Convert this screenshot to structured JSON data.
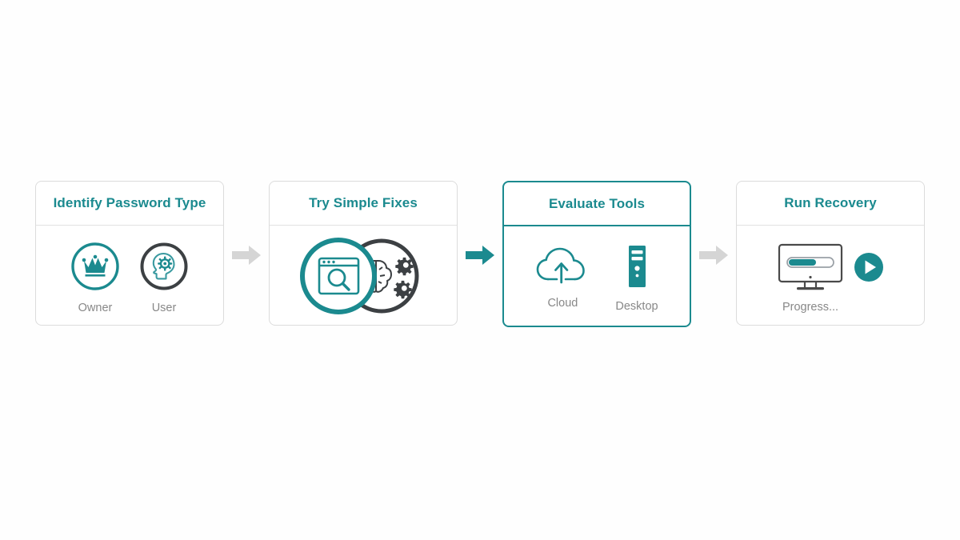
{
  "theme": {
    "accent": "#1b8a8f",
    "accent_dark": "#17797e",
    "dark_gray": "#3c4043",
    "label_gray": "#888888",
    "border_gray": "#dcdcdc",
    "arrow_gray": "#d5d5d5",
    "background": "#fefefe"
  },
  "flow": {
    "steps": [
      {
        "id": "identify-password-type",
        "title": "Identify Password Type",
        "active": false,
        "icons": [
          {
            "name": "crown-icon",
            "label": "Owner",
            "accent": "#1b8a8f"
          },
          {
            "name": "head-gear-icon",
            "label": "User",
            "accent": "#3c4043"
          }
        ]
      },
      {
        "id": "try-simple-fixes",
        "title": "Try Simple Fixes",
        "active": false,
        "icons": [
          {
            "name": "browser-search-icon",
            "label": "",
            "accent": "#1b8a8f"
          },
          {
            "name": "brain-gears-icon",
            "label": "",
            "accent": "#3c4043"
          }
        ]
      },
      {
        "id": "evaluate-tools",
        "title": "Evaluate Tools",
        "active": true,
        "icons": [
          {
            "name": "cloud-upload-icon",
            "label": "Cloud",
            "accent": "#1b8a8f"
          },
          {
            "name": "desktop-tower-icon",
            "label": "Desktop",
            "accent": "#1b8a8f"
          }
        ]
      },
      {
        "id": "run-recovery",
        "title": "Run Recovery",
        "active": false,
        "icons": [
          {
            "name": "monitor-progress-icon",
            "label": "Progress...",
            "accent": "#1b8a8f"
          },
          {
            "name": "play-button-icon",
            "label": "",
            "accent": "#1b8a8f"
          }
        ]
      }
    ],
    "arrows": [
      {
        "name": "arrow-step1-to-step2",
        "state": "inactive",
        "color": "#d5d5d5"
      },
      {
        "name": "arrow-step2-to-step3",
        "state": "active",
        "color": "#1b8a8f"
      },
      {
        "name": "arrow-step3-to-step4",
        "state": "inactive",
        "color": "#d5d5d5"
      }
    ]
  },
  "labels": {
    "owner": "Owner",
    "user": "User",
    "cloud": "Cloud",
    "desktop": "Desktop",
    "progress": "Progress..."
  },
  "titles": {
    "step1": "Identify Password Type",
    "step2": "Try Simple Fixes",
    "step3": "Evaluate Tools",
    "step4": "Run Recovery"
  }
}
